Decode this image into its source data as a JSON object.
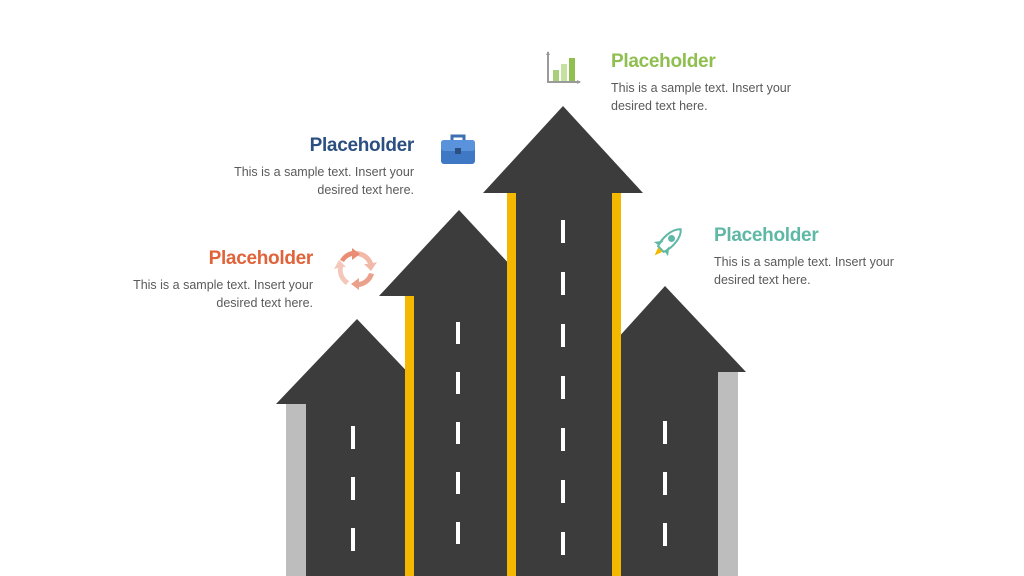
{
  "colors": {
    "road": "#3c3c3c",
    "road_shadow": "#bdbdbd",
    "edge_line": "#f5b800",
    "lane_dash": "#ffffff",
    "orange": "#e0633a",
    "blue": "#2b4f80",
    "green": "#8fbf4f",
    "teal": "#5fb8a6"
  },
  "items": [
    {
      "title": "Placeholder",
      "text_line1": "This is a sample text. Insert your",
      "text_line2": "desired text here.",
      "icon": "cycle-arrows-icon",
      "color": "orange"
    },
    {
      "title": "Placeholder",
      "text_line1": "This is a sample text. Insert your",
      "text_line2": "desired text here.",
      "icon": "briefcase-icon",
      "color": "blue"
    },
    {
      "title": "Placeholder",
      "text_line1": "This is a sample text. Insert your",
      "text_line2": "desired text here.",
      "icon": "bar-chart-icon",
      "color": "green"
    },
    {
      "title": "Placeholder",
      "text_line1": "This is a sample text. Insert your",
      "text_line2": "desired text here.",
      "icon": "rocket-icon",
      "color": "teal"
    }
  ]
}
